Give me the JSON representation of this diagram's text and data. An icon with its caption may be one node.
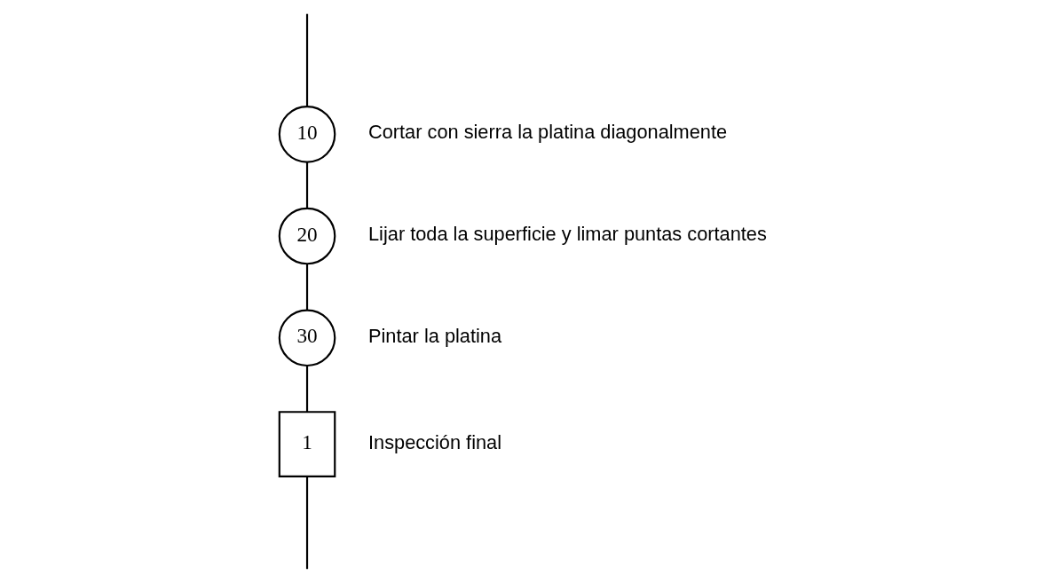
{
  "diagram": {
    "nodes": [
      {
        "text": [
          "10"
        ],
        "beside": [
          "Cortar con sierra la platina diagonalmente"
        ]
      },
      {
        "text": [
          "20"
        ],
        "beside": [
          "Lijar toda la superficie y limar puntas cortantes"
        ]
      },
      {
        "text": [
          "30"
        ],
        "beside": [
          "Pintar la platina"
        ]
      },
      {
        "text": [
          "1"
        ],
        "beside": [
          "Inspección final"
        ]
      }
    ],
    "edges": [
      {
        "from": null,
        "to": 0,
        "arrow": "none"
      },
      {
        "from": 0,
        "to": 1,
        "arrow": "none"
      },
      {
        "from": 1,
        "to": 2,
        "arrow": "none"
      },
      {
        "from": 2,
        "to": 3,
        "arrow": "none"
      },
      {
        "from": 3,
        "to": null,
        "arrow": "none"
      }
    ]
  }
}
